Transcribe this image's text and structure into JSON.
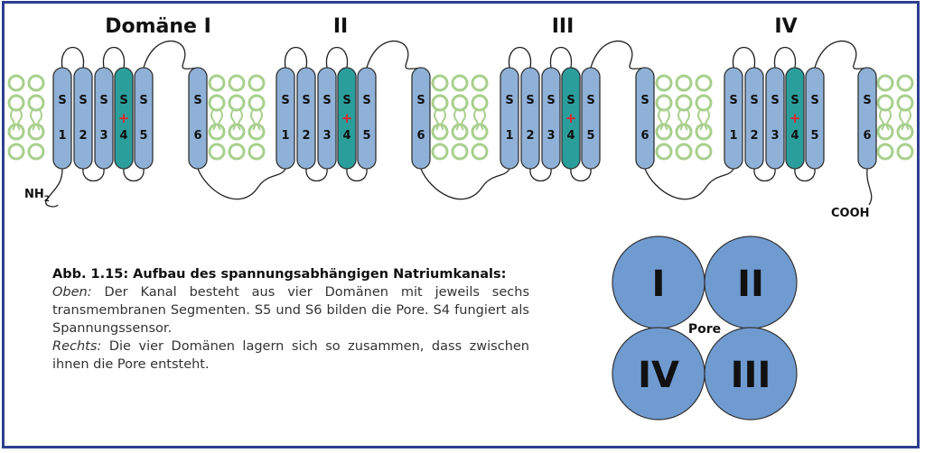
{
  "domains": [
    {
      "title": "Domäne I"
    },
    {
      "title": "II"
    },
    {
      "title": "III"
    },
    {
      "title": "IV"
    }
  ],
  "segment_prefix": "S",
  "segments": [
    "1",
    "2",
    "3",
    "4",
    "5",
    "6"
  ],
  "voltage_sensor_mark": "+",
  "termini": {
    "n": "NH",
    "n_sub": "2",
    "c": "COOH"
  },
  "pore_label": "Pore",
  "pore_domains": [
    "I",
    "II",
    "IV",
    "III"
  ],
  "caption": {
    "title": "Abb. 1.15: Aufbau des spannungsabhängigen Natriumkanals:",
    "top_label": "Oben:",
    "top_text": " Der Kanal besteht aus vier Domänen mit jeweils sechs transmembranen Segmenten. S5 und S6 bilden die Pore. S4 fungiert als Spannungssensor.",
    "right_label": "Rechts:",
    "right_text": " Die vier Domänen lagern sich so zusammen, dass zwischen ihnen die Pore entsteht."
  },
  "colors": {
    "segment": "#8fb1d8",
    "sensor": "#2a9e9b",
    "lipid": "#a8d08d",
    "pore_circle": "#6f9bd1",
    "frame": "#2e3f8f"
  }
}
